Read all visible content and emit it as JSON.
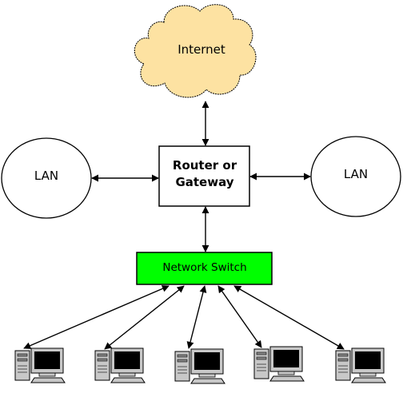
{
  "nodes": {
    "internet": {
      "label": "Internet",
      "fill": "#fde2a2"
    },
    "router": {
      "line1": "Router or",
      "line2": "Gateway"
    },
    "lan_left": {
      "label": "LAN"
    },
    "lan_right": {
      "label": "LAN"
    },
    "switch": {
      "label": "Network Switch",
      "fill": "#00ff00"
    }
  },
  "computers": [
    "computer-1",
    "computer-2",
    "computer-3",
    "computer-4",
    "computer-5"
  ],
  "colors": {
    "stroke": "#000000",
    "screen": "#000000",
    "case": "#c8c8c8"
  }
}
